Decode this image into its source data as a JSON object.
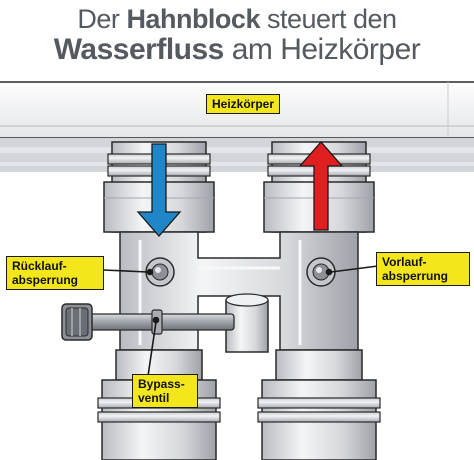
{
  "title": {
    "line1_prefix": "Der ",
    "line1_strong": "Hahnblock",
    "line1_suffix": " steuert den",
    "line2_strong": "Wasserfluss",
    "line2_suffix": " am Heizkörper"
  },
  "labels": {
    "radiator": "Heizkörper",
    "return_valve": "Rücklauf-\nabsperrung",
    "supply_valve": "Vorlauf-\nabsperrung",
    "bypass_valve": "Bypass-\nventil"
  },
  "colors": {
    "label_background": "#f3e71c",
    "return_flow_arrow": "#1f86c8",
    "supply_flow_arrow": "#e02020",
    "title_text": "#555a60"
  },
  "flow": {
    "return_arrow_direction": "down",
    "supply_arrow_direction": "up"
  }
}
